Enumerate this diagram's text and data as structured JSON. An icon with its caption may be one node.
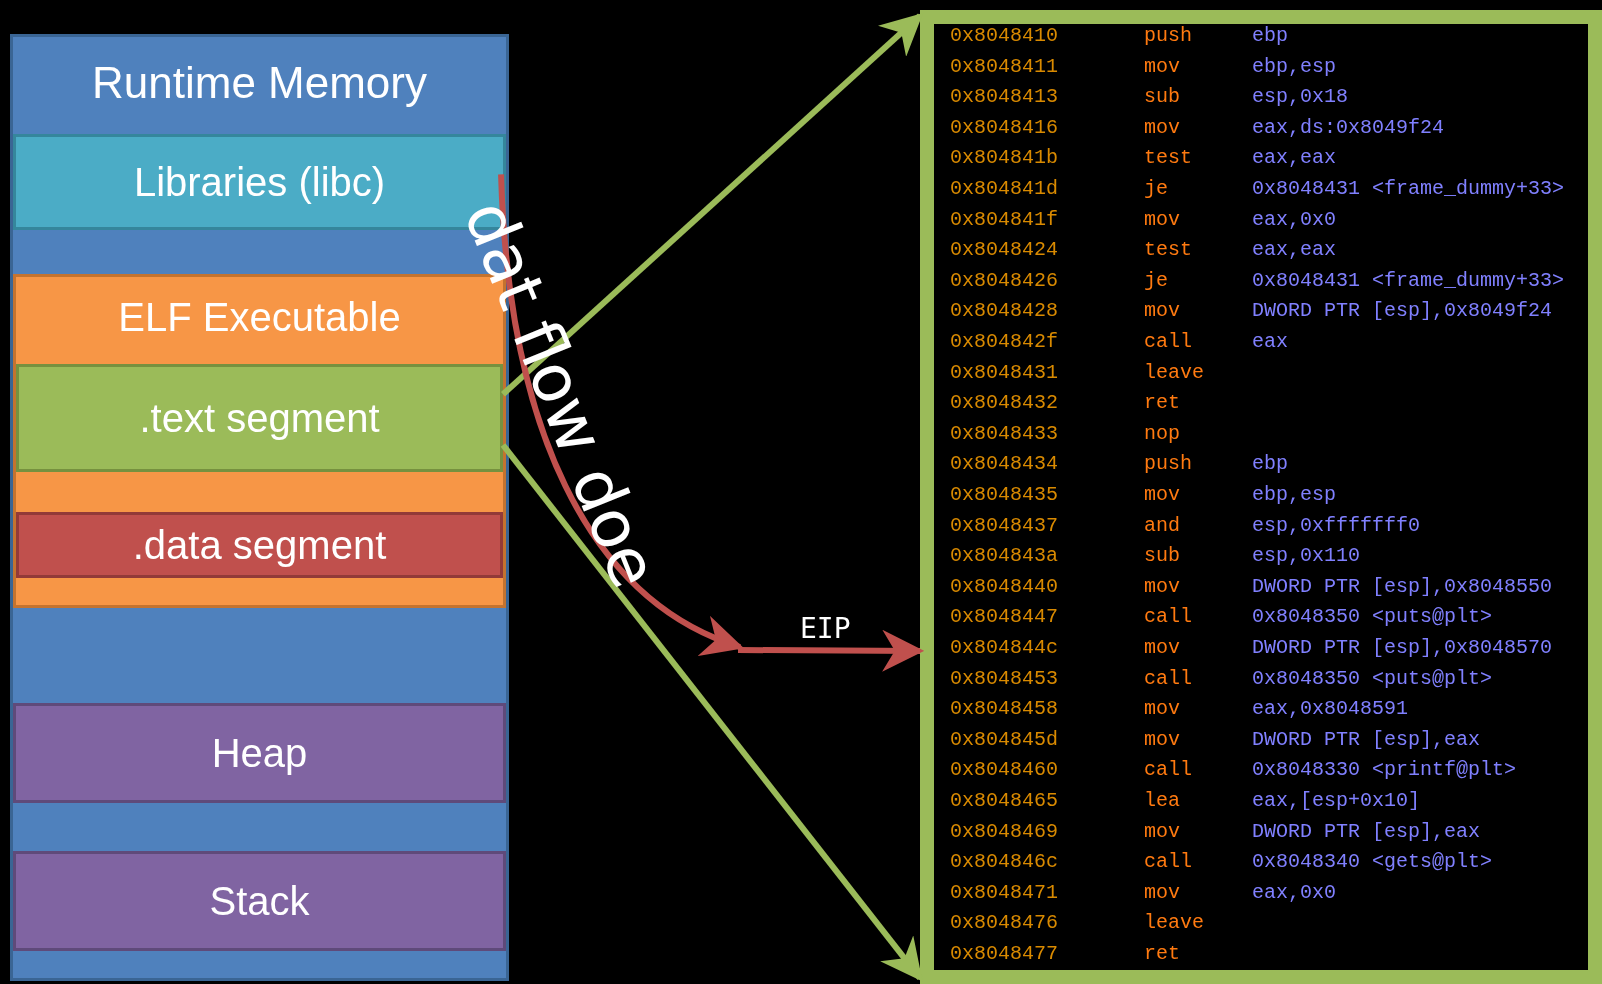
{
  "diagram": {
    "nodes": [
      {
        "text": [
          "Runtime Memory"
        ]
      },
      {
        "text": [
          "Libraries (libc)"
        ],
        "in": 0
      },
      {
        "text": [
          "ELF Executable"
        ],
        "in": 0
      },
      {
        "text": [
          ".text segment"
        ],
        "in": 2
      },
      {
        "text": [
          ".data segment"
        ],
        "in": 2
      },
      {
        "text": [
          "Heap"
        ],
        "in": 0
      },
      {
        "text": [
          "Stack"
        ],
        "in": 0
      },
      {
        "text": [
          "0x8048410 push ebp",
          "0x8048411 mov ebp,esp",
          "0x8048413 sub esp,0x18",
          "0x8048416 mov eax,ds:0x8049f24",
          "0x804841b test eax,eax",
          "0x804841d je 0x8048431 <frame_dummy+33>",
          "0x804841f mov eax,0x0",
          "0x8048424 test eax,eax",
          "0x8048426 je 0x8048431 <frame_dummy+33>",
          "0x8048428 mov DWORD PTR [esp],0x8049f24",
          "0x804842f call eax",
          "0x8048431 leave",
          "0x8048432 ret",
          "0x8048433 nop",
          "0x8048434 push ebp",
          "0x8048435 mov ebp,esp",
          "0x8048437 and esp,0xfffffff0",
          "0x804843a sub esp,0x110",
          "0x8048440 mov DWORD PTR [esp],0x8048550",
          "0x8048447 call 0x8048350 <puts@plt>",
          "0x804844c mov DWORD PTR [esp],0x8048570",
          "0x8048453 call 0x8048350 <puts@plt>",
          "0x8048458 mov eax,0x8048591",
          "0x804845d mov DWORD PTR [esp],eax",
          "0x8048460 call 0x8048330 <printf@plt>",
          "0x8048465 lea eax,[esp+0x10]",
          "0x8048469 mov DWORD PTR [esp],eax",
          "0x804846c call 0x8048340 <gets@plt>",
          "0x8048471 mov eax,0x0",
          "0x8048476 leave",
          "0x8048477 ret"
        ]
      }
    ],
    "edges": [
      {
        "from": 3,
        "to": 7,
        "arrow": "to",
        "color": "#9bbb59"
      },
      {
        "from": 3,
        "to": 7,
        "arrow": "to",
        "color": "#9bbb59"
      },
      {
        "from": 1,
        "to": null,
        "arrow": "to",
        "label": "dat flow doe",
        "color": "#c0504d"
      },
      {
        "from": null,
        "to": 7,
        "arrow": "to",
        "label": "EIP",
        "color": "#c0504d"
      }
    ]
  }
}
